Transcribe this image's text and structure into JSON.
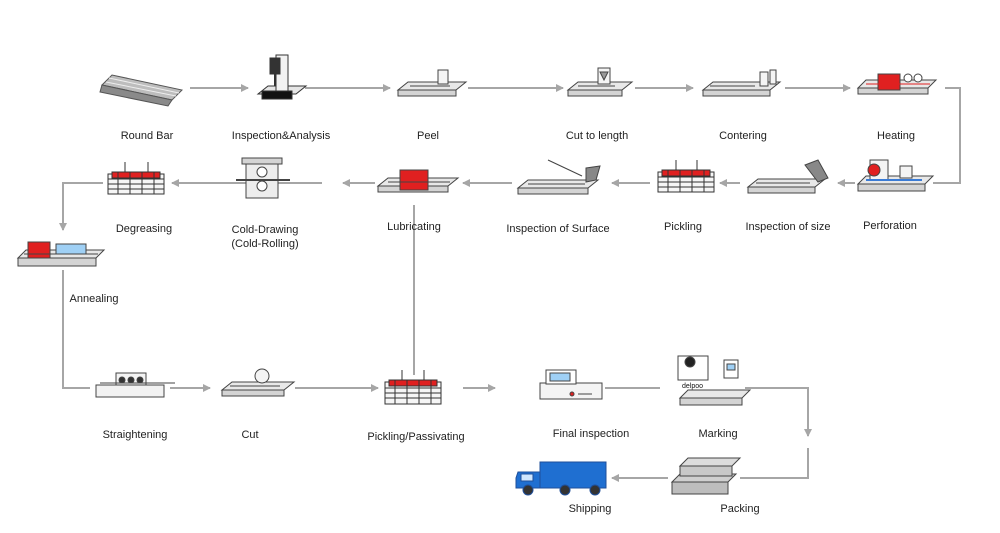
{
  "colors": {
    "arrow": "#a6a6a6",
    "heat_red": "#e02020",
    "machine_line": "#444444",
    "bed_grey": "#dcdcdc",
    "truck_blue": "#1f6fd1"
  },
  "steps": [
    {
      "id": "round-bar",
      "label": "Round Bar",
      "icon": "round-bar-icon"
    },
    {
      "id": "inspection-analysis",
      "label": "Inspection&Analysis",
      "icon": "inspection-analysis-icon"
    },
    {
      "id": "peel",
      "label": "Peel",
      "icon": "peel-icon"
    },
    {
      "id": "cut-to-length",
      "label": "Cut to length",
      "icon": "cut-to-length-icon"
    },
    {
      "id": "centering",
      "label": "Contering",
      "icon": "centering-icon"
    },
    {
      "id": "heating",
      "label": "Heating",
      "icon": "heating-icon"
    },
    {
      "id": "perforation",
      "label": "Perforation",
      "icon": "perforation-icon"
    },
    {
      "id": "inspection-size",
      "label": "Inspection of size",
      "icon": "inspection-size-icon"
    },
    {
      "id": "pickling",
      "label": "Pickling",
      "icon": "pickling-tank-icon"
    },
    {
      "id": "inspection-surface",
      "label": "Inspection of Surface",
      "icon": "inspection-surface-icon"
    },
    {
      "id": "lubricating",
      "label": "Lubricating",
      "icon": "lubricating-icon"
    },
    {
      "id": "cold-drawing",
      "label": "Cold-Drawing",
      "label2": "(Cold-Rolling)",
      "icon": "cold-drawing-icon"
    },
    {
      "id": "degreasing",
      "label": "Degreasing",
      "icon": "degreasing-tank-icon"
    },
    {
      "id": "annealing",
      "label": "Annealing",
      "icon": "annealing-furnace-icon"
    },
    {
      "id": "straightening",
      "label": "Straightening",
      "icon": "straightening-icon"
    },
    {
      "id": "cut",
      "label": "Cut",
      "icon": "cut-icon"
    },
    {
      "id": "pickling-passivating",
      "label": "Pickling/Passivating",
      "icon": "pickling-passivating-tank-icon"
    },
    {
      "id": "final-inspection",
      "label": "Final inspection",
      "icon": "final-inspection-icon"
    },
    {
      "id": "marking",
      "label": "Marking",
      "icon": "marking-icon",
      "brand": "delpoo"
    },
    {
      "id": "packing",
      "label": "Packing",
      "icon": "packing-icon"
    },
    {
      "id": "shipping",
      "label": "Shipping",
      "icon": "truck-icon"
    }
  ]
}
